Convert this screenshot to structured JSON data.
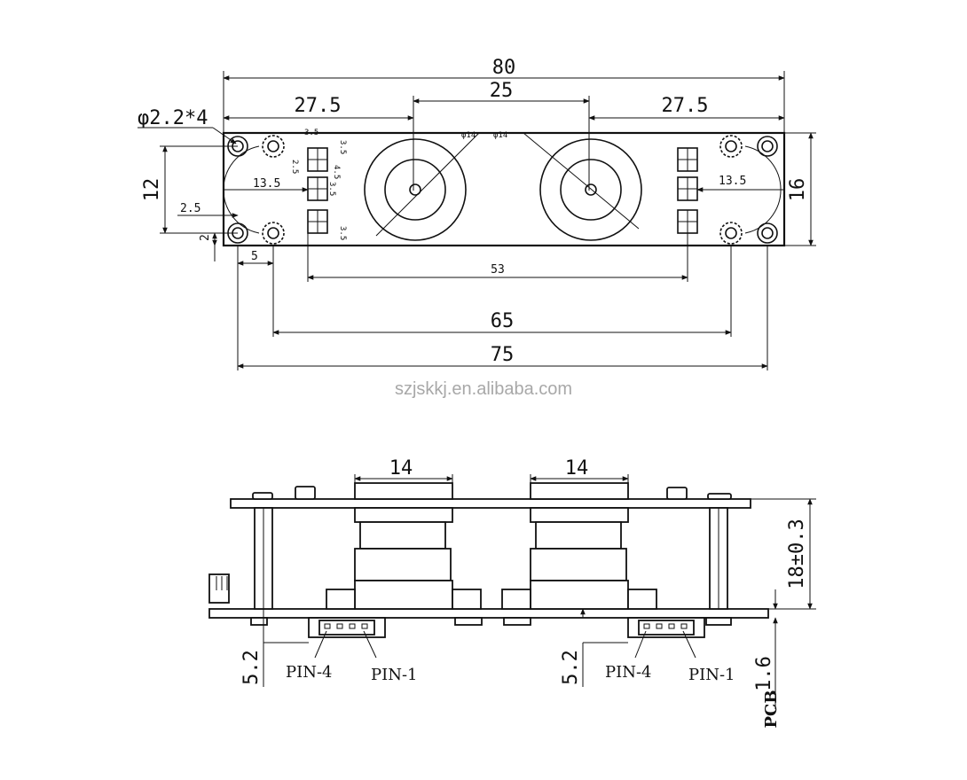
{
  "top_view": {
    "overall_width": "80",
    "lens_spacing": "25",
    "left_offset": "27.5",
    "right_offset": "27.5",
    "hole_callout": "φ2.2*4",
    "height_left": "12",
    "height_right": "16",
    "inner_left": "13.5",
    "inner_right": "13.5",
    "edge_offset_x": "2.5",
    "edge_offset_y": "2",
    "hole_spacing_small": "5",
    "lens_diameter_left": "φ14",
    "lens_diameter_right": "φ14",
    "connector_pitch_a": "3.5",
    "connector_pitch_b": "2.5",
    "connector_pitch_c": "3.5",
    "connector_pitch_d": "3.5",
    "connector_pitch_e": "3.5",
    "connector_pitch_f": "4.5",
    "connector_span": "53",
    "mount_span": "65",
    "outer_span": "75"
  },
  "watermark": "szjskkj.en.alibaba.com",
  "side_view": {
    "lens_width_left": "14",
    "lens_width_right": "14",
    "total_height": "18±0.3",
    "standoff_left": "5.2",
    "standoff_right": "5.2",
    "pcb_label": "PCB",
    "pcb_thickness": "1.6",
    "pin4_left": "PIN-4",
    "pin1_left": "PIN-1",
    "pin4_right": "PIN-4",
    "pin1_right": "PIN-1"
  }
}
